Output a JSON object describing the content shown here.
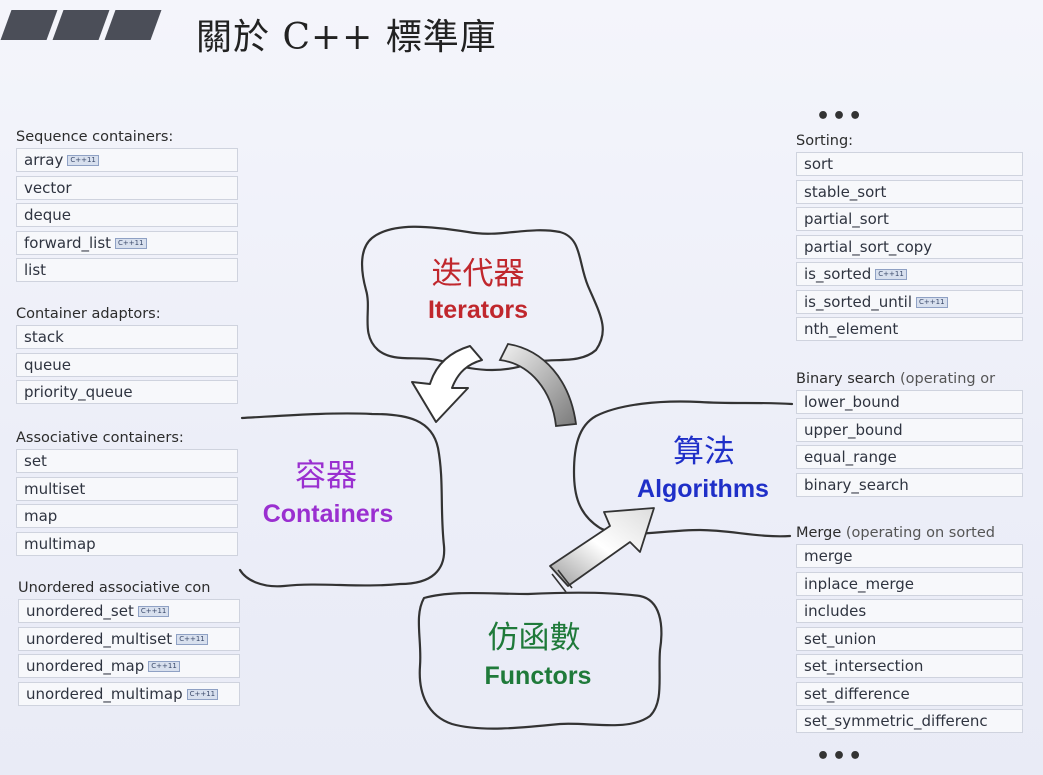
{
  "page_title": "關於 C++ 標準庫",
  "left_groups": [
    {
      "label": "Sequence containers:",
      "items": [
        {
          "text": "array",
          "badge": "C++11"
        },
        {
          "text": "vector",
          "badge": ""
        },
        {
          "text": "deque",
          "badge": ""
        },
        {
          "text": "forward_list",
          "badge": "C++11"
        },
        {
          "text": "list",
          "badge": ""
        }
      ]
    },
    {
      "label": "Container adaptors:",
      "items": [
        {
          "text": "stack",
          "badge": ""
        },
        {
          "text": "queue",
          "badge": ""
        },
        {
          "text": "priority_queue",
          "badge": ""
        }
      ]
    },
    {
      "label": "Associative containers:",
      "items": [
        {
          "text": "set",
          "badge": ""
        },
        {
          "text": "multiset",
          "badge": ""
        },
        {
          "text": "map",
          "badge": ""
        },
        {
          "text": "multimap",
          "badge": ""
        }
      ]
    },
    {
      "label": "Unordered associative con",
      "items": [
        {
          "text": "unordered_set",
          "badge": "C++11"
        },
        {
          "text": "unordered_multiset",
          "badge": "C++11"
        },
        {
          "text": "unordered_map",
          "badge": "C++11"
        },
        {
          "text": "unordered_multimap",
          "badge": "C++11"
        }
      ]
    }
  ],
  "right_top_ellipsis": "•••",
  "right_bottom_ellipsis": "•••",
  "right_groups": [
    {
      "label": "Sorting:",
      "note": "",
      "items": [
        {
          "text": "sort",
          "badge": ""
        },
        {
          "text": "stable_sort",
          "badge": ""
        },
        {
          "text": "partial_sort",
          "badge": ""
        },
        {
          "text": "partial_sort_copy",
          "badge": ""
        },
        {
          "text": "is_sorted",
          "badge": "C++11"
        },
        {
          "text": "is_sorted_until",
          "badge": "C++11"
        },
        {
          "text": "nth_element",
          "badge": ""
        }
      ]
    },
    {
      "label": "Binary search",
      "note": " (operating or",
      "items": [
        {
          "text": "lower_bound",
          "badge": ""
        },
        {
          "text": "upper_bound",
          "badge": ""
        },
        {
          "text": "equal_range",
          "badge": ""
        },
        {
          "text": "binary_search",
          "badge": ""
        }
      ]
    },
    {
      "label": "Merge",
      "note": " (operating on sorted",
      "items": [
        {
          "text": "merge",
          "badge": ""
        },
        {
          "text": "inplace_merge",
          "badge": ""
        },
        {
          "text": "includes",
          "badge": ""
        },
        {
          "text": "set_union",
          "badge": ""
        },
        {
          "text": "set_intersection",
          "badge": ""
        },
        {
          "text": "set_difference",
          "badge": ""
        },
        {
          "text": "set_symmetric_differenc",
          "badge": ""
        }
      ]
    }
  ],
  "concepts": {
    "iterators": {
      "zh": "迭代器",
      "en": "Iterators",
      "color": "#c0272d"
    },
    "containers": {
      "zh": "容器",
      "en": "Containers",
      "color": "#9a2fd0"
    },
    "algorithms": {
      "zh": "算法",
      "en": "Algorithms",
      "color": "#1f2fc8"
    },
    "functors": {
      "zh": "仿函數",
      "en": "Functors",
      "color": "#1f7a3a"
    }
  }
}
